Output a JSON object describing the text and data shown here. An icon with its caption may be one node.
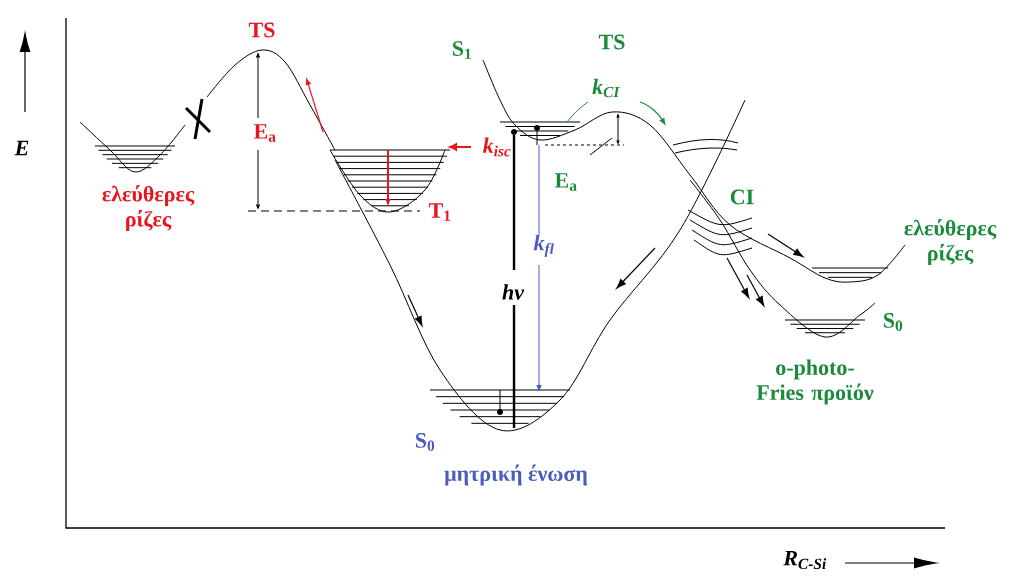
{
  "diagram": {
    "labels": [
      "TS",
      "E",
      "S$_{1}$",
      "TS",
      "k$_{CI}$",
      "E$_{a}$",
      "k$_{isc}$",
      "E$_{a}$",
      "ελεύθερες ρίζες",
      "T$_{1}$",
      "CI",
      "k$_{fl}$",
      "ελεύθερες ρίζες",
      "hν",
      "S$_{0}$",
      "o-photo-Fries προϊόν",
      "S$_{0}$",
      "μητρική ένωση",
      "R$_{C-Si}$"
    ]
  }
}
